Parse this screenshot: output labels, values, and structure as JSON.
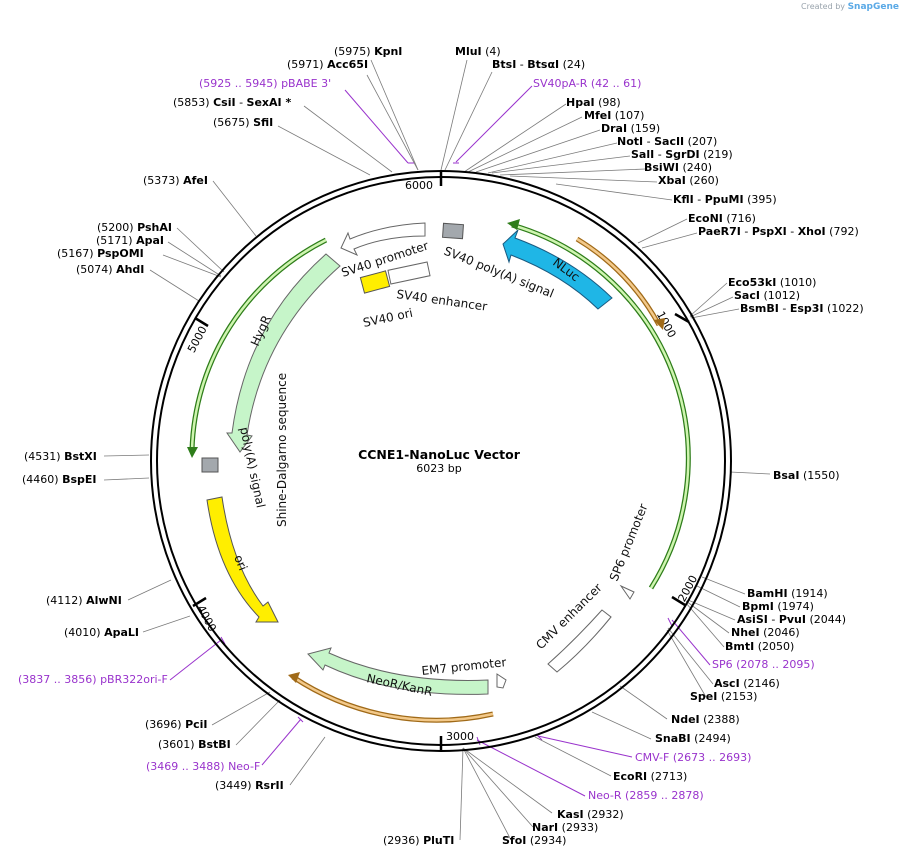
{
  "credit": {
    "prefix": "Created by",
    "brand": "SnapGene"
  },
  "plasmid": {
    "name": "CCNE1-NanoLuc Vector",
    "length_label": "6023 bp"
  },
  "ticks": [
    "6000",
    "1000",
    "2000",
    "3000",
    "4000",
    "5000"
  ],
  "site_labels_top": [
    {
      "pos": "(5975)",
      "name": "KpnI"
    },
    {
      "pos": "(5971)",
      "name": "Acc65I"
    },
    {
      "name": "MluI",
      "pos": "(4)"
    },
    {
      "name": "BtsI",
      "sep": "- ",
      "name2": "BtsαI",
      "pos": "(24)"
    },
    {
      "pos": "(5853)",
      "name": "CsiI",
      "sep": "- ",
      "name2": "SexAI *"
    },
    {
      "pos": "(5675)",
      "name": "SfiI"
    },
    {
      "name": "HpaI",
      "pos": "(98)"
    },
    {
      "name": "MfeI",
      "pos": "(107)"
    },
    {
      "name": "DraI",
      "pos": "(159)"
    },
    {
      "name": "NotI",
      "sep": "- ",
      "name2": "SacII",
      "pos": "(207)"
    },
    {
      "name": "SalI",
      "sep": "- ",
      "name2": "SgrDI",
      "pos": "(219)"
    },
    {
      "name": "BsiWI",
      "pos": "(240)"
    },
    {
      "name": "XbaI",
      "pos": "(260)"
    },
    {
      "name": "KflI",
      "sep": "- ",
      "name2": "PpuMI",
      "pos": "(395)"
    },
    {
      "name": "EcoNI",
      "pos": "(716)"
    },
    {
      "name": "PaeR7I",
      "sep": "- ",
      "name2": "PspXI",
      "sep2": "- ",
      "name3": "XhoI",
      "pos": "(792)"
    },
    {
      "name": "Eco53kI",
      "pos": "(1010)"
    },
    {
      "name": "SacI",
      "pos": "(1012)"
    },
    {
      "name": "BsmBI",
      "sep": "- ",
      "name2": "Esp3I",
      "pos": "(1022)"
    },
    {
      "name": "BsaI",
      "pos": "(1550)"
    }
  ],
  "site_labels_left": [
    {
      "pos": "(5373)",
      "name": "AfeI"
    },
    {
      "pos": "(5200)",
      "name": "PshAI"
    },
    {
      "pos": "(5171)",
      "name": "ApaI"
    },
    {
      "pos": "(5167)",
      "name": "PspOMI"
    },
    {
      "pos": "(5074)",
      "name": "AhdI"
    },
    {
      "pos": "(4531)",
      "name": "BstXI"
    },
    {
      "pos": "(4460)",
      "name": "BspEI"
    },
    {
      "pos": "(4112)",
      "name": "AlwNI"
    },
    {
      "pos": "(4010)",
      "name": "ApaLI"
    },
    {
      "pos": "(3696)",
      "name": "PciI"
    },
    {
      "pos": "(3601)",
      "name": "BstBI"
    },
    {
      "pos": "(3449)",
      "name": "RsrII"
    },
    {
      "pos": "(2936)",
      "name": "PluTI"
    }
  ],
  "site_labels_bottom_right": [
    {
      "name": "BamHI",
      "pos": "(1914)"
    },
    {
      "name": "BpmI",
      "pos": "(1974)"
    },
    {
      "name": "AsiSI",
      "sep": "- ",
      "name2": "PvuI",
      "pos": "(2044)"
    },
    {
      "name": "NheI",
      "pos": "(2046)"
    },
    {
      "name": "BmtI",
      "pos": "(2050)"
    },
    {
      "name": "AscI",
      "pos": "(2146)"
    },
    {
      "name": "SpeI",
      "pos": "(2153)"
    },
    {
      "name": "NdeI",
      "pos": "(2388)"
    },
    {
      "name": "SnaBI",
      "pos": "(2494)"
    },
    {
      "name": "EcoRI",
      "pos": "(2713)"
    },
    {
      "name": "KasI",
      "pos": "(2932)"
    },
    {
      "name": "NarI",
      "pos": "(2933)"
    },
    {
      "name": "SfoI",
      "pos": "(2934)"
    }
  ],
  "primers": [
    {
      "range": "(5925 .. 5945)",
      "name": "pBABE 3'"
    },
    {
      "name": "SV40pA-R",
      "range": "(42 .. 61)"
    },
    {
      "name": "SP6",
      "range": "(2078 .. 2095)"
    },
    {
      "name": "CMV-F",
      "range": "(2673 .. 2693)"
    },
    {
      "name": "Neo-R",
      "range": "(2859 .. 2878)"
    },
    {
      "range": "(3837 .. 3856)",
      "name": "pBR322ori-F"
    },
    {
      "range": "(3469 .. 3488)",
      "name": "Neo-F"
    }
  ],
  "features": {
    "sv40_promoter": "SV40 promoter",
    "sv40_polya": "SV40 poly(A) signal",
    "sv40_enhancer": "SV40 enhancer",
    "sv40_ori": "SV40 ori",
    "nluc": "NLuc",
    "hygr": "HygR",
    "polya": "poly(A) signal",
    "shine_dalgarno": "Shine-Dalgarno sequence",
    "ori": "ori",
    "sp6_promoter": "SP6 promoter",
    "cmv_enhancer": "CMV enhancer",
    "em7_promoter": "EM7 promoter",
    "neor": "NeoR/KanR"
  },
  "colors": {
    "backbone": "#000000",
    "nluc": "#1fb6e6",
    "hygr": "#c6f5c9",
    "neor": "#c6f5c9",
    "ori": "#ffee00",
    "sv40_ori": "#ffee00",
    "promoter": "#ffffff",
    "polya": "#a3a8ad",
    "orf_arc": "#6aa84f",
    "orf_arc_orange": "#e0a14a",
    "primer": "#9933cc"
  }
}
